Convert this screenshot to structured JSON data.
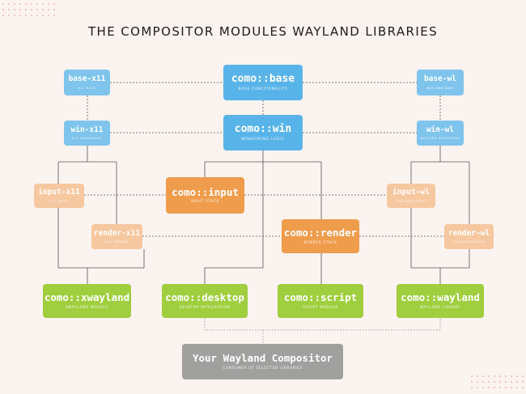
{
  "title": "THE COMPOSITOR MODULES WAYLAND LIBRARIES",
  "colors": {
    "background": "#fbf3ef",
    "blue": "#58b4e8",
    "light_blue": "#7ec4ec",
    "orange": "#ef9c4c",
    "light_orange": "#f6c8a0",
    "green": "#9fce3e",
    "gray": "#a0a09e",
    "line": "#555555"
  },
  "nodes": {
    "base_x11": {
      "name": "base-x11",
      "sub": "X11 BASE"
    },
    "como_base": {
      "name": "como::base",
      "sub": "BASE FUNCTIONALITY"
    },
    "base_wl": {
      "name": "base-wl",
      "sub": "WAYLAND BASE"
    },
    "win_x11": {
      "name": "win-x11",
      "sub": "X11 WINDOWING"
    },
    "como_win": {
      "name": "como::win",
      "sub": "WINDOWING LOGIC"
    },
    "win_wl": {
      "name": "win-wl",
      "sub": "WAYLAND WINDOWING"
    },
    "input_x11": {
      "name": "input-x11",
      "sub": "X11 INPUT"
    },
    "como_input": {
      "name": "como::input",
      "sub": "INPUT STACK"
    },
    "input_wl": {
      "name": "input-wl",
      "sub": "WAYLAND INPUT"
    },
    "render_x11": {
      "name": "render-x11",
      "sub": "X11 RENDER"
    },
    "como_render": {
      "name": "como::render",
      "sub": "RENDER STACK"
    },
    "render_wl": {
      "name": "render-wl",
      "sub": "WAYLAND RENDER"
    },
    "como_xwayland": {
      "name": "como::xwayland",
      "sub": "XWAYLAND MODULE"
    },
    "como_desktop": {
      "name": "como::desktop",
      "sub": "DESKTOP INTEGRATION"
    },
    "como_script": {
      "name": "como::script",
      "sub": "SCRIPT MODULE"
    },
    "como_wayland": {
      "name": "como::wayland",
      "sub": "WAYLAND LIBRARY"
    },
    "compositor": {
      "name": "Your Wayland Compositor",
      "sub": "CONSUMER OF SELECTED LIBRARIES"
    }
  }
}
